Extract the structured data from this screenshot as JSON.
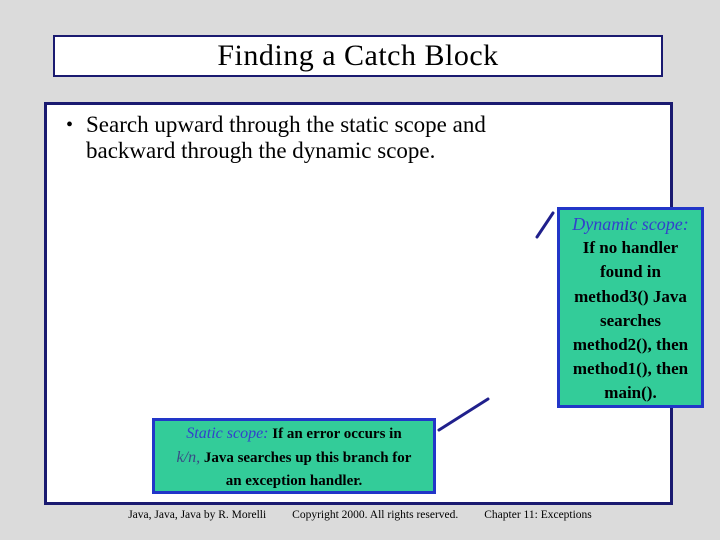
{
  "slide": {
    "title": "Finding a Catch Block",
    "bullet": {
      "marker": "•",
      "lines": [
        "Search upward through the static scope and",
        "backward through the dynamic scope."
      ]
    },
    "dynamic_box": {
      "label": "Dynamic scope:",
      "lines": [
        "If no handler",
        "found in",
        "method3() Java",
        "searches",
        "method2(), then",
        "method1(), then",
        "main()."
      ]
    },
    "static_box": {
      "label": "Static scope:",
      "line1_rest": " If an error occurs in",
      "line2_italic": "k/n,",
      "line2_rest": " Java searches up this branch for",
      "line3": "an exception handler."
    },
    "footer": {
      "book": "Java, Java, Java by R. Morelli",
      "copyright": "Copyright 2000. All rights reserved.",
      "chapter": "Chapter 11: Exceptions"
    },
    "colors": {
      "background": "#DBDBDB",
      "frame_border": "#1A1A70",
      "callout_fill": "#33CC99",
      "callout_border": "#2236C8",
      "scope_label_text": "#3340CC",
      "connector_line": "#20208C"
    }
  }
}
